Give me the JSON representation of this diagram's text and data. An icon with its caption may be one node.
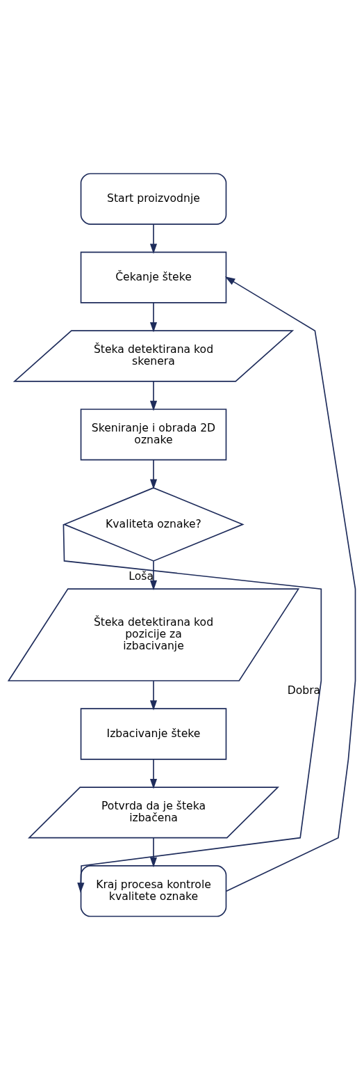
{
  "diagram": {
    "nodes": [
      {
        "text": [
          "Start proizvodnje"
        ]
      },
      {
        "text": [
          "Čekanje šteke"
        ]
      },
      {
        "text": [
          "Šteka detektirana kod skenera"
        ]
      },
      {
        "text": [
          "Skeniranje i obrada 2D oznake"
        ]
      },
      {
        "text": [
          "Kvaliteta oznake?"
        ]
      },
      {
        "text": [
          "Šteka detektirana kod pozicije za izbacivanje"
        ]
      },
      {
        "text": [
          "Izbacivanje šteke"
        ]
      },
      {
        "text": [
          "Potvrda da je šteka izbačena"
        ]
      },
      {
        "text": [
          "Kraj procesa kontrole kvalitete oznake"
        ]
      }
    ],
    "edges": [
      {
        "from": 0,
        "to": 1,
        "arrow": "to"
      },
      {
        "from": 1,
        "to": 2,
        "arrow": "to"
      },
      {
        "from": 2,
        "to": 3,
        "arrow": "to"
      },
      {
        "from": 3,
        "to": 4,
        "arrow": "to"
      },
      {
        "from": 4,
        "to": 5,
        "arrow": "to",
        "label": "Loša"
      },
      {
        "from": 5,
        "to": 6,
        "arrow": "to"
      },
      {
        "from": 6,
        "to": 7,
        "arrow": "to"
      },
      {
        "from": 7,
        "to": 8,
        "arrow": "to"
      },
      {
        "from": 4,
        "to": 8,
        "arrow": "to",
        "label": "Dobra"
      },
      {
        "from": 8,
        "to": 1,
        "arrow": "to"
      }
    ]
  }
}
